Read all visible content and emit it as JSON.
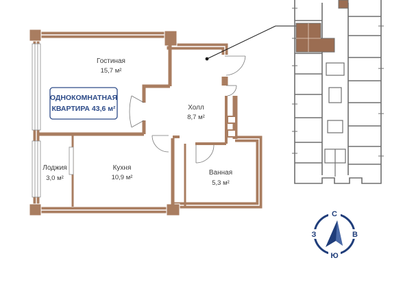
{
  "rooms": {
    "living": {
      "name": "Гостиная",
      "area": "15,7 м²"
    },
    "hall": {
      "name": "Холл",
      "area": "8,7 м²"
    },
    "loggia": {
      "name": "Лоджия",
      "area": "3,0 м²"
    },
    "kitchen": {
      "name": "Кухня",
      "area": "10,9 м²"
    },
    "bath": {
      "name": "Ванная",
      "area": "5,3 м²"
    }
  },
  "badge": {
    "line1": "ОДНОКОМНАТНАЯ",
    "line2": "КВАРТИРА 43,6 м²"
  },
  "compass": {
    "north": "С",
    "south": "Ю",
    "west": "З",
    "east": "В"
  },
  "colors": {
    "wall": "#a97d60",
    "wall_inner": "#ffffff",
    "badge_border": "#2c4a88",
    "compass": "#1f3d7a",
    "highlight_unit": "#9b6d52",
    "building_lines": "#6e6e6e"
  }
}
